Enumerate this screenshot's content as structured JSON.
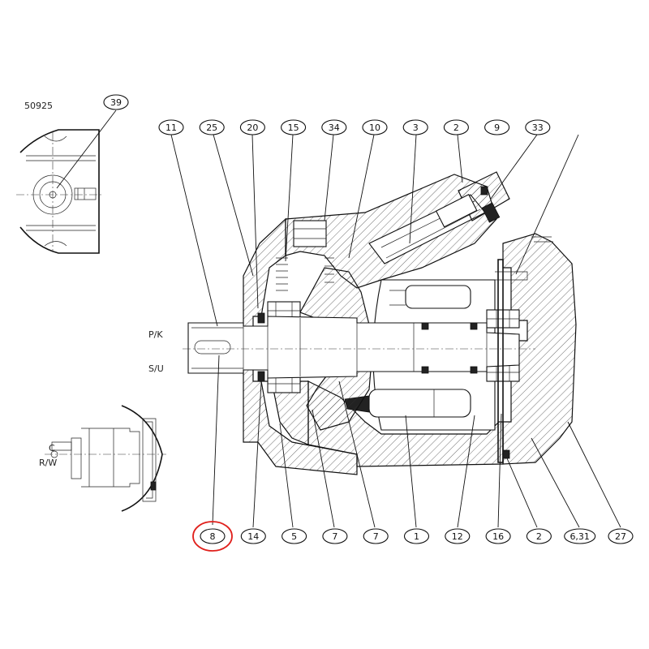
{
  "drawing_code": "50925",
  "top_callouts": [
    "11",
    "25",
    "20",
    "15",
    "34",
    "10",
    "3",
    "2",
    "9",
    "33"
  ],
  "bottom_callouts": [
    "8",
    "14",
    "5",
    "7",
    "7",
    "1",
    "12",
    "16",
    "2",
    "6,31",
    "27"
  ],
  "detail_callout": "39",
  "highlighted_callout": "8",
  "rotation_labels": {
    "top": "P/K",
    "bottom": "S/U",
    "detail_c": "C",
    "detail_rw": "R/W"
  },
  "colors": {
    "line": "#111111",
    "highlight": "#e0201c",
    "background": "#ffffff"
  }
}
